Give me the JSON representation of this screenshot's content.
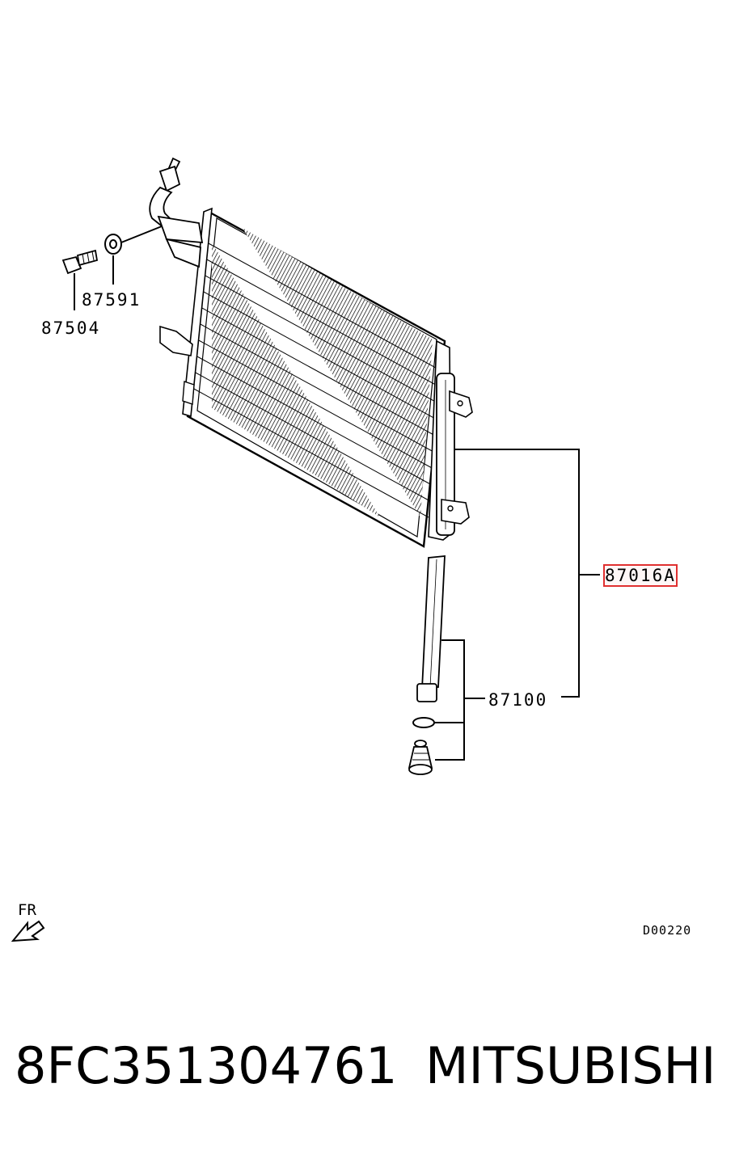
{
  "callouts": {
    "washer": "87591",
    "bolt": "87504",
    "condenser": "87016A",
    "receiver": "87100"
  },
  "direction_label": "FR",
  "figure_code": "D00220",
  "footer": {
    "part_number": "8FC351304761",
    "brand": "MITSUBISHI"
  },
  "colors": {
    "line": "#000000",
    "highlight": "#e03030"
  }
}
